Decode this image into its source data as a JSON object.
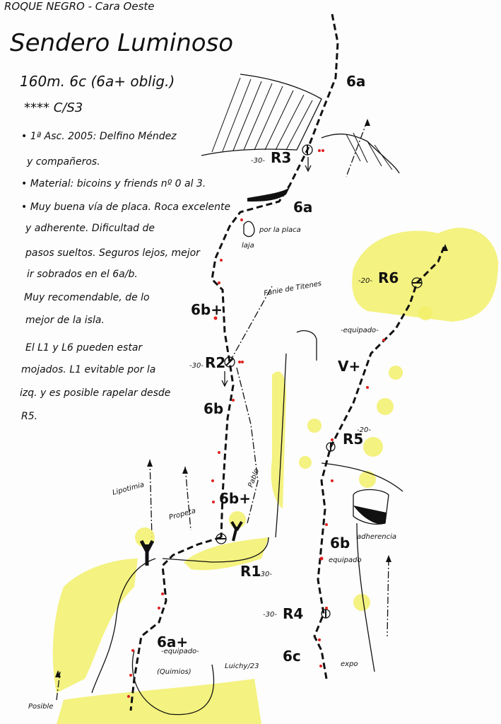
{
  "header": {
    "area": "ROQUE NEGRO - Cara Oeste",
    "title": "Sendero Luminoso",
    "summary": "160m. 6c (6a+ oblig.)",
    "rating": "**** C/S3"
  },
  "notes": [
    "• 1ª Asc. 2005: Delfino Méndez",
    "y compañeros.",
    "• Material: bicoins y friends nº 0 al 3.",
    "• Muy buena vía de placa. Roca excelente",
    "y adherente. Dificultad de",
    "pasos sueltos. Seguros lejos, mejor",
    "ir sobrados en el 6a/b.",
    "Muy recomendable, de lo",
    "mejor de la isla.",
    "El L1 y L6 pueden estar",
    "mojados. L1 evitable por la",
    "izq. y es posible rapelar desde",
    "R5."
  ],
  "topo": {
    "grades": {
      "p_top": "6a",
      "p_r3": "6a",
      "p_r2_up": "6b+",
      "p_r2_down": "6b",
      "p_r1_up": "6b+",
      "p_r1_down": "6a+",
      "p_r6": "V+",
      "p_r5": "6b",
      "p_r4": "6c"
    },
    "belays": {
      "r1": "R1",
      "r2": "R2",
      "r3": "R3",
      "r4": "R4",
      "r5": "R5",
      "r6": "R6"
    },
    "lengths": {
      "r1": "-30-",
      "r2": "-30-",
      "r3": "-30-",
      "r4": "-30-",
      "r5": "-20-",
      "r6": "-20-"
    },
    "annotations": {
      "laja": "laja",
      "por_placa": "por la placa",
      "fanie": "Fanie de Titenes",
      "lipotimia": "Lipotimia",
      "propeta": "Propeta",
      "pablo": "Pablo",
      "equipado_v": "-equipado-",
      "equipado_6b": "equipado",
      "adherencia": "adherencia",
      "equipado_6a": "-equipado-",
      "quimios": "(Quimios)",
      "signature": "Luichy/23",
      "expo": "expo",
      "posible": "Posible"
    }
  },
  "colors": {
    "ink": "#111111",
    "bolts": "#e02020",
    "vegetation": "#f2f06a"
  }
}
